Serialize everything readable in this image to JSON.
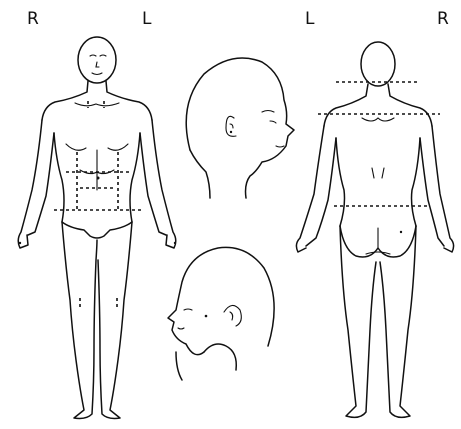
{
  "labels": {
    "front_right": "R",
    "front_left": "L",
    "back_left": "L",
    "back_right": "R"
  },
  "colors": {
    "background": "#ffffff",
    "ink": "#111111"
  },
  "figures": [
    "body-front-view",
    "head-three-quarter-view",
    "head-side-view",
    "body-back-view"
  ]
}
